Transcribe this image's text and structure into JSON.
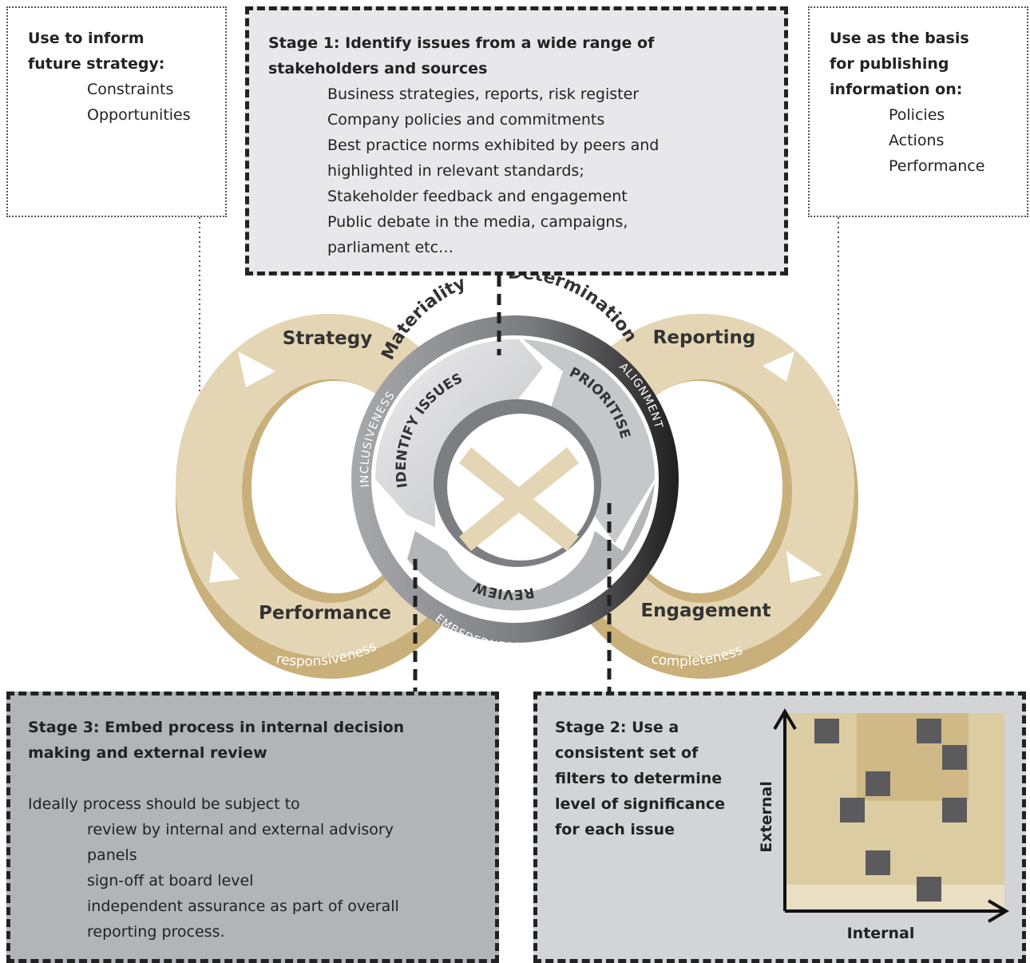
{
  "top_left": {
    "heading": [
      "Use to inform",
      "future strategy:"
    ],
    "items": [
      "Constraints",
      "Opportunities"
    ]
  },
  "top_right": {
    "heading": [
      "Use as the basis",
      "for publishing",
      "information on:"
    ],
    "items": [
      "Policies",
      "Actions",
      "Performance"
    ]
  },
  "stage1": {
    "heading": [
      "Stage 1: Identify issues from a wide range of",
      "stakeholders and sources"
    ],
    "items": [
      "Business strategies, reports, risk register",
      "Company policies and commitments",
      "Best practice norms exhibited by peers and",
      "highlighted in relevant standards;",
      "Stakeholder feedback and engagement",
      "Public debate in the media, campaigns,",
      "parliament etc…"
    ]
  },
  "stage3": {
    "heading": [
      "Stage 3: Embed process in internal decision",
      "making and external review"
    ],
    "intro": "Ideally process should be subject to",
    "items": [
      "review by internal and external advisory",
      "panels",
      "sign-off at board level",
      "independent assurance as part of overall",
      "reporting process."
    ]
  },
  "stage2": {
    "heading": [
      "Stage 2: Use a",
      "consistent set of",
      "filters to determine",
      "level of significance",
      "for each issue"
    ],
    "matrix": {
      "x_label": "Internal",
      "y_label": "External",
      "issues": [
        {
          "x": 1,
          "y": 6
        },
        {
          "x": 5,
          "y": 6
        },
        {
          "x": 6,
          "y": 5
        },
        {
          "x": 3,
          "y": 4
        },
        {
          "x": 6,
          "y": 3
        },
        {
          "x": 2,
          "y": 3
        },
        {
          "x": 3,
          "y": 1
        },
        {
          "x": 5,
          "y": 0
        }
      ]
    }
  },
  "diagram": {
    "loop_labels": {
      "strategy": "Strategy",
      "reporting": "Reporting",
      "performance": "Performance",
      "engagement": "Engagement",
      "responsiveness": "responsiveness",
      "completeness": "completeness"
    },
    "arc_title_left": "Materiality",
    "arc_title_right": "Determination",
    "ring_labels": {
      "inclusiveness": "INCLUSIVENESS",
      "alignment": "ALIGNMENT",
      "embededness": "EMBEDEDNESS"
    },
    "arrow_labels": {
      "identify": "IDENTIFY ISSUES",
      "prioritise": "PRIORITISE",
      "review": "REVIEW"
    },
    "colors": {
      "tan_light": "#e4d6b4",
      "tan_dark": "#c9b07a",
      "ring_dark": "#333333",
      "ring_light": "#9c9da1"
    }
  }
}
